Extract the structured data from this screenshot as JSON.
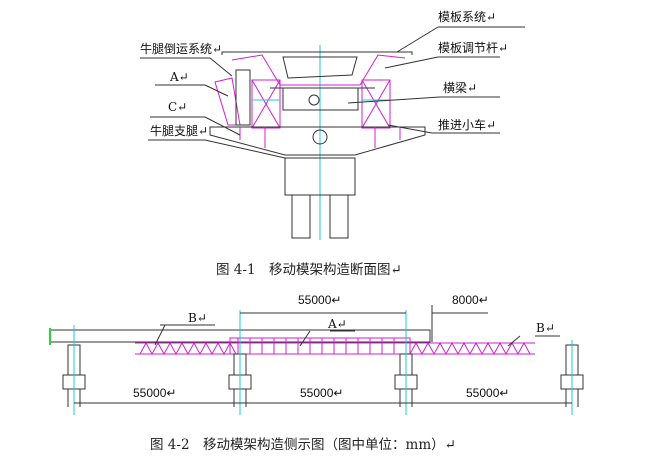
{
  "figure1": {
    "caption": "图 4-1　移动模架构造断面图↵",
    "labels": {
      "formwork_system": "模板系统↵",
      "formwork_adjust_rod": "模板调节杆↵",
      "crossbeam": "横梁↵",
      "push_trolley": "推进小车↵",
      "bracket_transfer_system": "牛腿倒运系统↵",
      "a": "A↵",
      "c": "C↵",
      "bracket_leg": "牛腿支腿↵"
    }
  },
  "figure2": {
    "caption": "图 4-2　移动模架构造侧示图（图中单位：mm）↵",
    "labels": {
      "b_left": "B↵",
      "a": "A↵",
      "b_right": "B↵"
    },
    "dimensions": {
      "top_span": "55000↵",
      "top_offset": "8000↵",
      "span1": "55000↵",
      "span2": "55000↵",
      "span3": "55000↵"
    }
  },
  "colors": {
    "line": "#222222",
    "magenta": "#d020d0",
    "cyan": "#20c8e0",
    "green": "#30d040"
  }
}
